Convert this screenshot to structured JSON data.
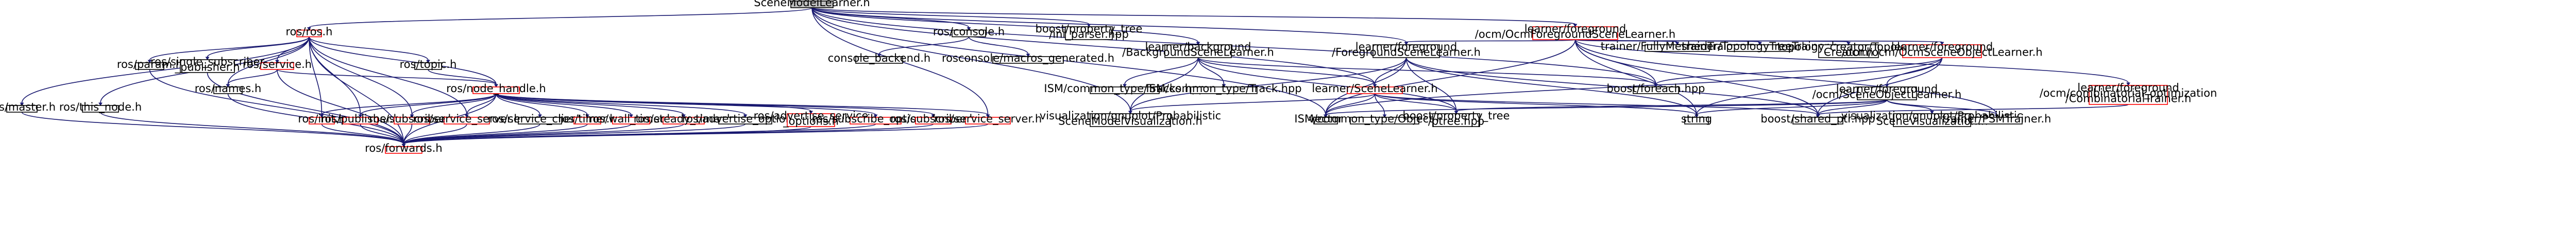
{
  "title": "SceneModelLearner.h",
  "colors": {
    "edge": "#191970",
    "node_border": "#000000",
    "red_border": "#ff0000",
    "root_fill": "#bfbfbf",
    "node_fill": "#ffffff"
  },
  "nodes": [
    {
      "id": "root",
      "label": "SceneModelLearner.h"
    },
    {
      "id": "ros_h",
      "label": "ros/ros.h"
    },
    {
      "id": "ros_console",
      "label": "ros/console.h"
    },
    {
      "id": "boost_ptree_ini",
      "label": [
        "boost/property_tree",
        "/ini_parser.hpp"
      ]
    },
    {
      "id": "bg_learner",
      "label": [
        "learner/background",
        "/BackgroundSceneLearner.h"
      ]
    },
    {
      "id": "fg_learner",
      "label": [
        "learner/foreground",
        "/ForegroundSceneLearner.h"
      ]
    },
    {
      "id": "ocm_fg_learner",
      "label": [
        "learner/foreground",
        "/ocm/OcmForegroundSceneLearner.h"
      ]
    },
    {
      "id": "ros_master",
      "label": "ros/master.h"
    },
    {
      "id": "this_node",
      "label": "ros/this_node.h"
    },
    {
      "id": "ros_param",
      "label": "ros/param.h"
    },
    {
      "id": "single_sub_pub",
      "label": [
        "ros/single_subscriber",
        "_publisher.h"
      ]
    },
    {
      "id": "ros_service",
      "label": "ros/service.h"
    },
    {
      "id": "ros_names",
      "label": "ros/names.h"
    },
    {
      "id": "ros_topic",
      "label": "ros/topic.h"
    },
    {
      "id": "node_handle",
      "label": "ros/node_handle.h"
    },
    {
      "id": "console_backend",
      "label": "console_backend.h"
    },
    {
      "id": "rosconsole_macros",
      "label": "rosconsole/macros_generated.h"
    },
    {
      "id": "ism_tracks",
      "label": "ISM/common_type/Tracks.hpp"
    },
    {
      "id": "ism_track",
      "label": "ISM/common_type/Track.hpp"
    },
    {
      "id": "scene_learner",
      "label": "learner/SceneLearner.h"
    },
    {
      "id": "vis_scene_model",
      "label": [
        "visualization/gnuplot/Probabilistic",
        "SceneModelVisualization.h"
      ]
    },
    {
      "id": "vector",
      "label": "vector"
    },
    {
      "id": "ism_objectset",
      "label": "ISM/common_type/ObjectSet.hpp"
    },
    {
      "id": "boost_ptree",
      "label": [
        "boost/property_tree",
        "/ptree.hpp"
      ]
    },
    {
      "id": "string",
      "label": "string"
    },
    {
      "id": "boost_shared_ptr",
      "label": "boost/shared_ptr.hpp"
    },
    {
      "id": "boost_foreach",
      "label": "boost/foreach.hpp"
    },
    {
      "id": "trainer_fully",
      "label": "trainer/FullyMeshedTrainer.h"
    },
    {
      "id": "trainer_tree",
      "label": "trainer/TopologyTreeTrainer.h"
    },
    {
      "id": "topology_creator",
      "label": [
        "topology_creator/Topology",
        "Creator.h"
      ]
    },
    {
      "id": "ocm_obj_learner",
      "label": [
        "learner/foreground",
        "/ocm/ocm/OcmSceneObjectLearner.h"
      ]
    },
    {
      "id": "combinatorial_trainer",
      "label": [
        "learner/foreground",
        "/ocm/combinatorial_optimization",
        "/CombinatorialTrainer.h"
      ]
    },
    {
      "id": "ocm_object_learner2",
      "label": [
        "learner/foreground",
        "/ocm/SceneObjectLearner.h"
      ]
    },
    {
      "id": "vis_scene_vis",
      "label": [
        "visualization/gnuplot/Probabilistic",
        "SceneVisualization.h"
      ]
    },
    {
      "id": "trainer_psm",
      "label": "trainer/PSMTrainer.h"
    },
    {
      "id": "ros_init",
      "label": "ros/init.h"
    },
    {
      "id": "ros_publisher",
      "label": "ros/publisher.h"
    },
    {
      "id": "ros_subscriber",
      "label": "ros/subscriber.h"
    },
    {
      "id": "ros_service_server",
      "label": "ros/service_server.h"
    },
    {
      "id": "ros_service_client",
      "label": "ros/service_client.h"
    },
    {
      "id": "ros_timer",
      "label": "ros/timer.h"
    },
    {
      "id": "ros_wall_timer",
      "label": "ros/wall_timer.h"
    },
    {
      "id": "ros_steady_timer",
      "label": "ros/steady_timer.h"
    },
    {
      "id": "ros_adv_options",
      "label": "ros/advertise_options.h"
    },
    {
      "id": "ros_adv_srv_options",
      "label": [
        "ros/advertise_service",
        "_options.h"
      ]
    },
    {
      "id": "ros_sub_options",
      "label": "ros/subscribe_options.h"
    },
    {
      "id": "ros_subscriber2",
      "label": "ros/subscriber.h"
    },
    {
      "id": "ros_service_server2",
      "label": "ros/service_server.h"
    },
    {
      "id": "ros_forwards",
      "label": "ros/forwards.h"
    }
  ]
}
